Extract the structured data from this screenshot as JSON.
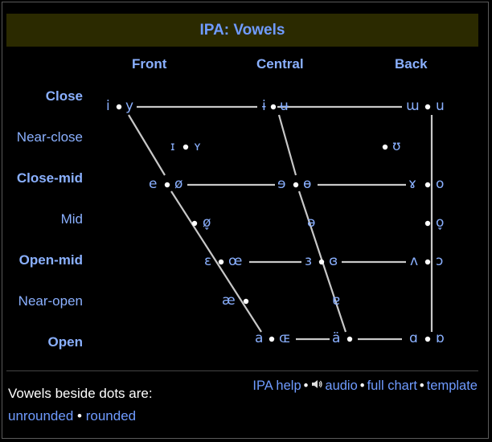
{
  "title": {
    "link": "IPA",
    "sep": ":",
    "text": "Vowels"
  },
  "columns": [
    "Front",
    "Central",
    "Back"
  ],
  "rows": [
    {
      "label": "Close",
      "bold": true
    },
    {
      "label": "Near-close",
      "bold": false
    },
    {
      "label": "Close-mid",
      "bold": true
    },
    {
      "label": "Mid",
      "bold": false
    },
    {
      "label": "Open-mid",
      "bold": true
    },
    {
      "label": "Near-open",
      "bold": false
    },
    {
      "label": "Open",
      "bold": true
    }
  ],
  "vowels": {
    "close_front": [
      "i",
      "y"
    ],
    "close_central": [
      "ɨ",
      "ʉ"
    ],
    "close_back": [
      "ɯ",
      "u"
    ],
    "nearclose_front": [
      "ɪ",
      "ʏ"
    ],
    "nearclose_back": [
      "",
      "ʊ"
    ],
    "closemid_front": [
      "e",
      "ø"
    ],
    "closemid_central": [
      "ɘ",
      "ɵ"
    ],
    "closemid_back": [
      "ɤ",
      "o"
    ],
    "mid_front": [
      "",
      "ø̞"
    ],
    "mid_central": "ə",
    "mid_back": [
      "",
      "o̞"
    ],
    "openmid_front": [
      "ɛ",
      "œ"
    ],
    "openmid_central": [
      "ɜ",
      "ɞ"
    ],
    "openmid_back": [
      "ʌ",
      "ɔ"
    ],
    "nearopen_front": [
      "æ",
      ""
    ],
    "nearopen_central": "ɐ",
    "open_front": [
      "a",
      "ɶ"
    ],
    "open_central": [
      "ä",
      ""
    ],
    "open_back": [
      "ɑ",
      "ɒ"
    ]
  },
  "legend": {
    "intro": "Vowels beside dots are:",
    "unrounded": "unrounded",
    "dot": "•",
    "rounded": "rounded"
  },
  "footer": {
    "help": "IPA help",
    "audio": "audio",
    "full_chart": "full chart",
    "template": "template",
    "sep": "•",
    "speaker_icon": "speaker-icon"
  },
  "colors": {
    "title_bg": "#2b2a00",
    "link": "#6f9bff",
    "glyph": "#8ab0ff",
    "line": "#c8c8c8"
  }
}
